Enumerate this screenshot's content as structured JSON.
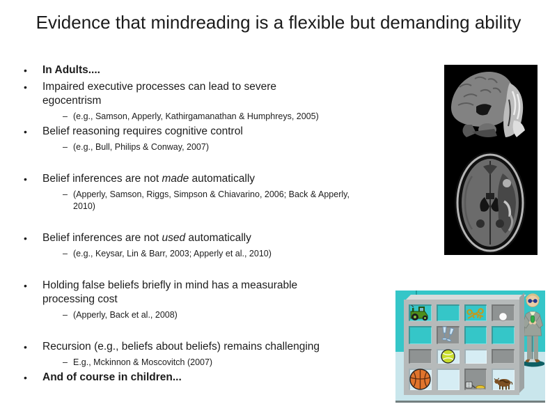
{
  "slide": {
    "title": "Evidence that mindreading is a flexible but demanding ability"
  },
  "bullets": [
    {
      "level": 1,
      "runs": [
        {
          "t": "In Adults....",
          "b": true
        }
      ]
    },
    {
      "level": 1,
      "runs": [
        {
          "t": "Impaired executive processes can lead to severe"
        },
        {
          "br": true
        },
        {
          "t": "egocentrism"
        }
      ]
    },
    {
      "level": 2,
      "runs": [
        {
          "t": "(e.g., Samson, Apperly, Kathirgamanathan & Humphreys, 2005)"
        }
      ]
    },
    {
      "level": 1,
      "runs": [
        {
          "t": "Belief reasoning requires cognitive control"
        }
      ]
    },
    {
      "level": 2,
      "runs": [
        {
          "t": "(e.g., Bull, Philips & Conway, 2007)"
        }
      ],
      "gap_after": true
    },
    {
      "level": 1,
      "runs": [
        {
          "t": "Belief inferences are not "
        },
        {
          "t": "made",
          "i": true
        },
        {
          "t": " automatically"
        }
      ]
    },
    {
      "level": 2,
      "runs": [
        {
          "t": "(Apperly, Samson, Riggs, Simpson & Chiavarino, 2006; Back & Apperly,"
        },
        {
          "br": true
        },
        {
          "t": "2010)"
        }
      ],
      "gap_after": true
    },
    {
      "level": 1,
      "runs": [
        {
          "t": "Belief inferences are not "
        },
        {
          "t": "used",
          "i": true
        },
        {
          "t": " automatically"
        }
      ]
    },
    {
      "level": 2,
      "runs": [
        {
          "t": "(e.g., Keysar, Lin & Barr, 2003; Apperly et al., 2010)"
        }
      ],
      "gap_after": true
    },
    {
      "level": 1,
      "runs": [
        {
          "t": "Holding false beliefs briefly in mind has a measurable"
        },
        {
          "br": true
        },
        {
          "t": "processing cost"
        }
      ]
    },
    {
      "level": 2,
      "runs": [
        {
          "t": "(Apperly, Back et al., 2008)"
        }
      ],
      "gap_after": true
    },
    {
      "level": 1,
      "runs": [
        {
          "t": "Recursion (e.g., beliefs about beliefs) remains challenging"
        }
      ]
    },
    {
      "level": 2,
      "runs": [
        {
          "t": "E.g., Mckinnon & Moscovitch (2007)"
        }
      ]
    },
    {
      "level": 1,
      "runs": [
        {
          "t": "And of course in children...",
          "b": true
        }
      ]
    }
  ],
  "figures": {
    "mri": {
      "name": "brain-mri-scans",
      "panels": [
        "sagittal-brain-scan",
        "axial-brain-scan"
      ],
      "background": "#000000"
    },
    "director_task": {
      "name": "director-task-cartoon",
      "director": "man-with-sunglasses-and-microphone",
      "colors": {
        "wall": "#35c6c8",
        "floor": "#c9e6ec",
        "shelf": "#b6baba",
        "occluded_back": "#8f9393",
        "open_back_upper": "#35c6c8",
        "open_back_lower": "#d6edf4",
        "baseline": "#737f80"
      },
      "cells": [
        [
          {
            "object": "tractor",
            "occluded": false
          },
          {
            "object": null,
            "occluded": false
          },
          {
            "object": "keys",
            "occluded": false
          },
          {
            "object": "white-ball",
            "occluded": true
          }
        ],
        [
          {
            "object": null,
            "occluded": false
          },
          {
            "object": "champagne-glasses",
            "occluded": true
          },
          {
            "object": null,
            "occluded": false
          },
          {
            "object": null,
            "occluded": false
          }
        ],
        [
          {
            "object": null,
            "occluded": true
          },
          {
            "object": "tennis-ball",
            "occluded": false
          },
          {
            "object": null,
            "occluded": false
          },
          {
            "object": null,
            "occluded": true
          }
        ],
        [
          {
            "object": "basketball",
            "occluded": false
          },
          {
            "object": null,
            "occluded": false
          },
          {
            "object": "spatula-and-brush",
            "occluded": true
          },
          {
            "object": "cow",
            "occluded": false
          }
        ]
      ]
    }
  }
}
